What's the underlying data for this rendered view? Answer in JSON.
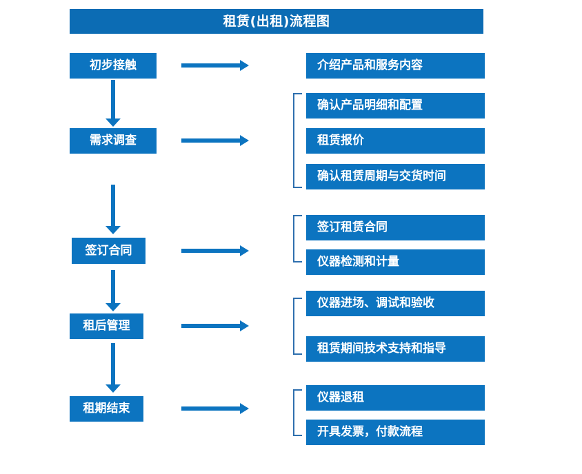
{
  "chart": {
    "title": "租赁(出租)流程图",
    "type": "flowchart",
    "colors": {
      "title_bar": "#0C6CB4",
      "box": "#0C74C0",
      "arrow": "#0C74C0",
      "bracket": "#2E6FAE",
      "text": "#FFFFFF",
      "background": "#FFFFFF"
    }
  },
  "stages": [
    {
      "id": "stage-1",
      "label": "初步接触"
    },
    {
      "id": "stage-2",
      "label": "需求调查"
    },
    {
      "id": "stage-3",
      "label": "签订合同"
    },
    {
      "id": "stage-4",
      "label": "租后管理"
    },
    {
      "id": "stage-5",
      "label": "租期结束"
    }
  ],
  "details": [
    {
      "id": "detail-1-1",
      "stage": "初步接触",
      "label": "介绍产品和服务内容"
    },
    {
      "id": "detail-2-1",
      "stage": "需求调查",
      "label": "确认产品明细和配置"
    },
    {
      "id": "detail-2-2",
      "stage": "需求调查",
      "label": "租赁报价"
    },
    {
      "id": "detail-2-3",
      "stage": "需求调查",
      "label": "确认租赁周期与交货时间"
    },
    {
      "id": "detail-3-1",
      "stage": "签订合同",
      "label": "签订租赁合同"
    },
    {
      "id": "detail-3-2",
      "stage": "签订合同",
      "label": "仪器检测和计量"
    },
    {
      "id": "detail-4-1",
      "stage": "租后管理",
      "label": "仪器进场、调试和验收"
    },
    {
      "id": "detail-4-2",
      "stage": "租后管理",
      "label": "租赁期间技术支持和指导"
    },
    {
      "id": "detail-5-1",
      "stage": "租期结束",
      "label": "仪器退租"
    },
    {
      "id": "detail-5-2",
      "stage": "租期结束",
      "label": "开具发票，付款流程"
    }
  ]
}
